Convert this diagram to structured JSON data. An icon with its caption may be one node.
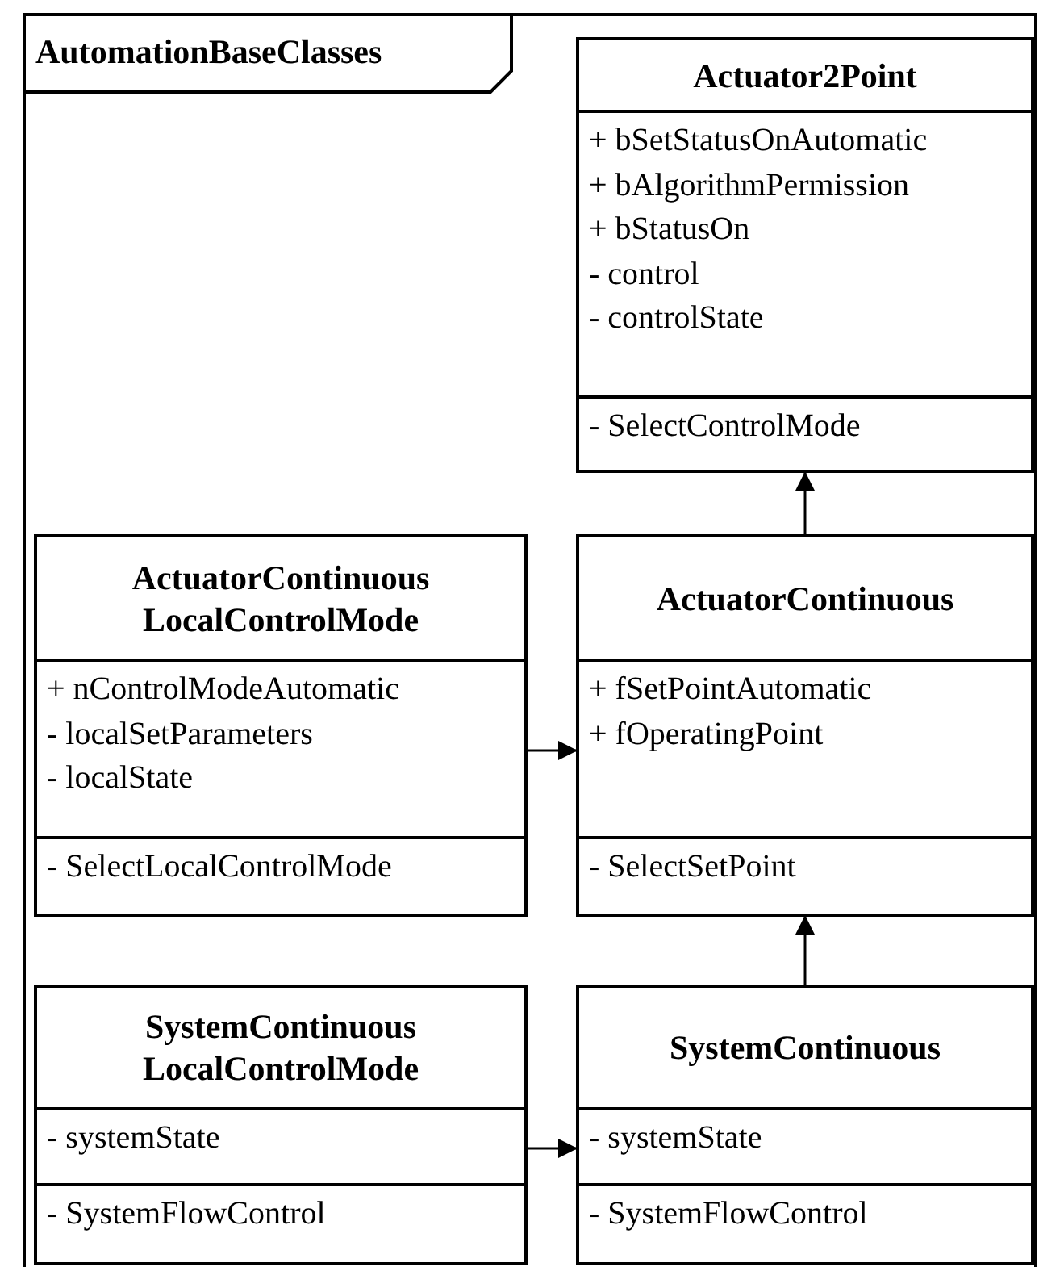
{
  "diagram": {
    "nodes": [
      {
        "text": [
          "AutomationBaseClasses"
        ]
      },
      {
        "text": [
          "Actuator2Point"
        ],
        "in": 0
      },
      {
        "text": [
          "+ bSetStatusOnAutomatic",
          "+ bAlgorithmPermission",
          "+ bStatusOn",
          "- control",
          "- controlState"
        ],
        "in": 1
      },
      {
        "text": [
          "- SelectControlMode"
        ],
        "in": 1
      },
      {
        "text": [
          "ActuatorContinuous LocalControlMode"
        ],
        "in": 0
      },
      {
        "text": [
          "+ nControlModeAutomatic",
          "- localSetParameters",
          "- localState"
        ],
        "in": 4
      },
      {
        "text": [
          "- SelectLocalControlMode"
        ],
        "in": 4
      },
      {
        "text": [
          "ActuatorContinuous"
        ],
        "in": 0
      },
      {
        "text": [
          "+ fSetPointAutomatic",
          "+ fOperatingPoint"
        ],
        "in": 7
      },
      {
        "text": [
          "- SelectSetPoint"
        ],
        "in": 7
      },
      {
        "text": [
          "SystemContinuous LocalControlMode"
        ],
        "in": 0
      },
      {
        "text": [
          "- systemState"
        ],
        "in": 10
      },
      {
        "text": [
          "- SystemFlowControl"
        ],
        "in": 10
      },
      {
        "text": [
          "SystemContinuous"
        ],
        "in": 0
      },
      {
        "text": [
          "- systemState"
        ],
        "in": 13
      },
      {
        "text": [
          "- SystemFlowControl"
        ],
        "in": 13
      }
    ],
    "edges": [
      {
        "from": 7,
        "to": 1,
        "arrow": "to"
      },
      {
        "from": 5,
        "to": 8,
        "arrow": "to"
      },
      {
        "from": 13,
        "to": 7,
        "arrow": "to"
      },
      {
        "from": 11,
        "to": 14,
        "arrow": "to"
      }
    ]
  }
}
